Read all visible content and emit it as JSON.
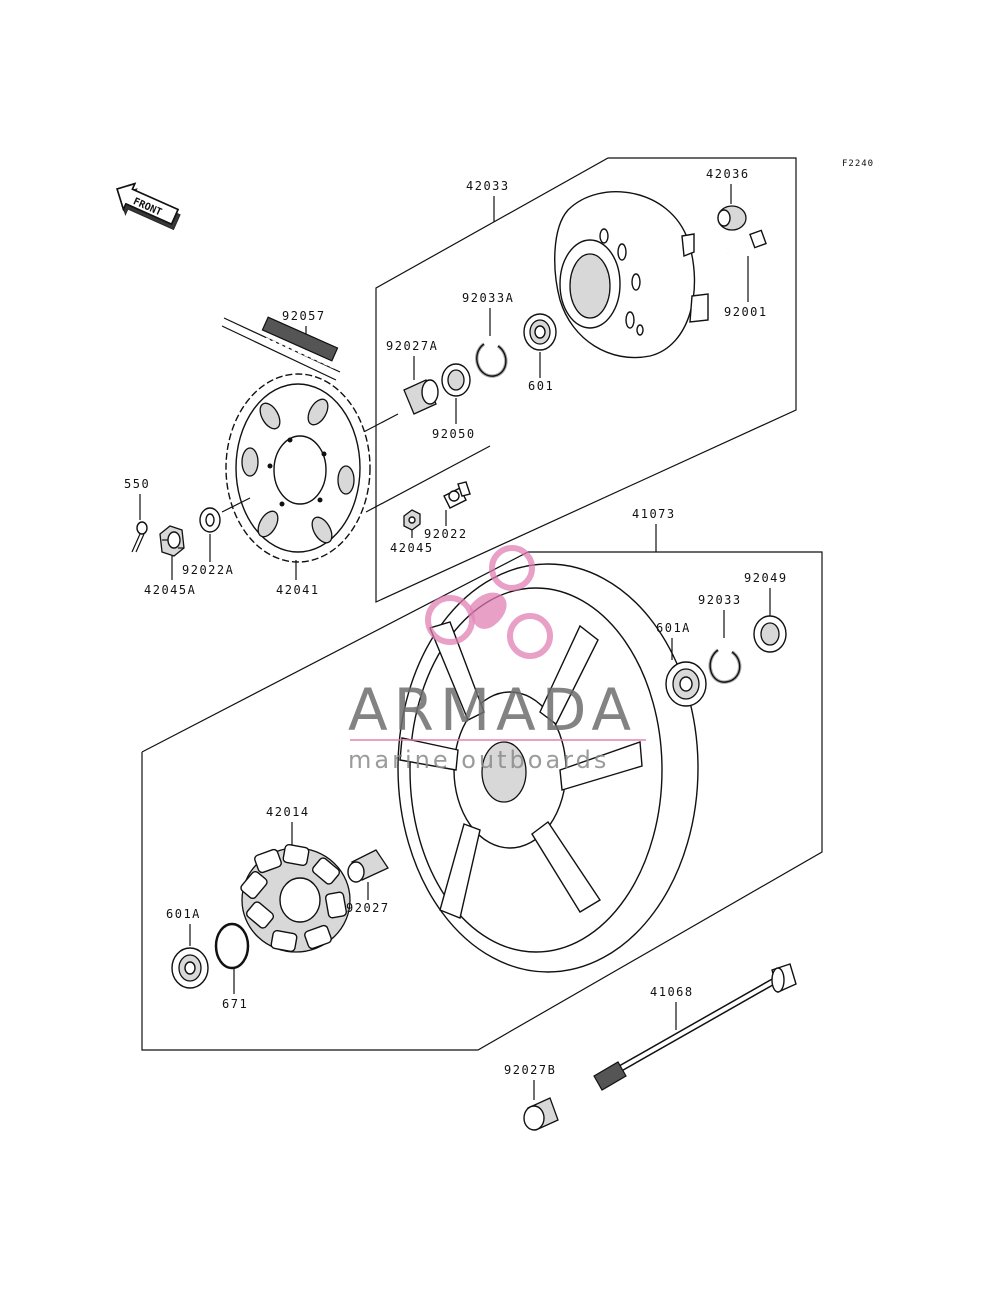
{
  "ref_code": "F2240",
  "front_label": "FRONT",
  "parts": {
    "p42033": "42033",
    "p42036": "42036",
    "p92001": "92001",
    "p92057": "92057",
    "p92033A": "92033A",
    "p92027A": "92027A",
    "p601": "601",
    "p92050": "92050",
    "p550": "550",
    "p92022": "92022",
    "p42045": "42045",
    "p92022A": "92022A",
    "p42041": "42041",
    "p42045A": "42045A",
    "p41073": "41073",
    "p92049": "92049",
    "p92033": "92033",
    "p601A_top": "601A",
    "p42014": "42014",
    "p92027": "92027",
    "p601A_bottom": "601A",
    "p671": "671",
    "p41068": "41068",
    "p92027B": "92027B"
  },
  "watermark": {
    "brand": "ARMADA",
    "tagline": "marine outboards",
    "accent_color": "#e07ab0"
  }
}
